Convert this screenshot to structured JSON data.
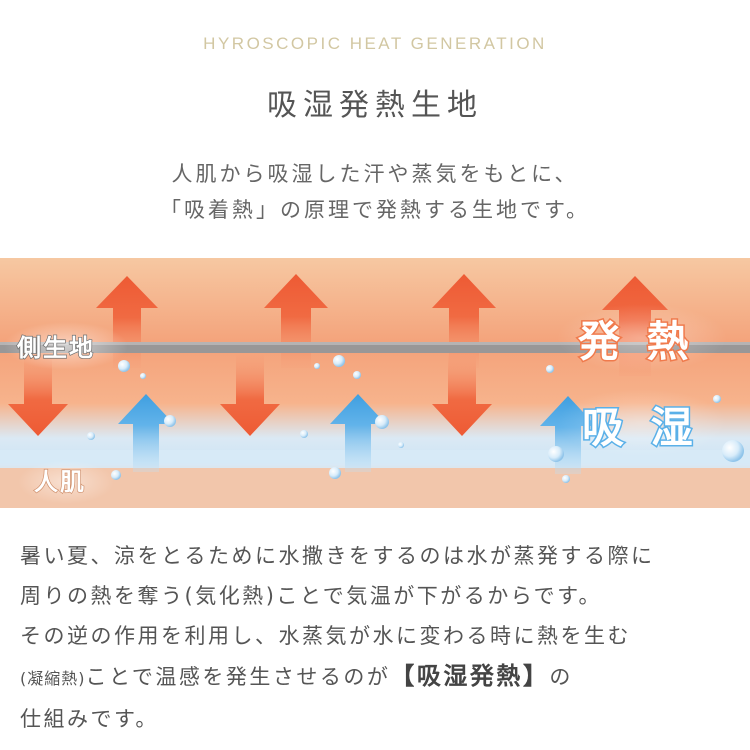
{
  "header": {
    "eyebrow": "HYROSCOPIC HEAT GENERATION",
    "title": "吸湿発熱生地"
  },
  "lead": {
    "line1": "人肌から吸湿した汗や蒸気をもとに、",
    "line2": "「吸着熱」の原理で発熱する生地です。"
  },
  "diagram": {
    "label_fabric": "側生地",
    "label_skin": "人肌",
    "label_heat": "発 熱",
    "label_absorb": "吸 湿",
    "colors": {
      "heat": "#f0603a",
      "moisture": "#4aa6e2",
      "fabric": "#9a9898",
      "skin": "#f3c9a8"
    }
  },
  "body": {
    "p1_line1": "暑い夏、涼をとるために水撒きをするのは水が蒸発する際に",
    "p1_line2": "周りの熱を奪う(気化熱)ことで気温が下がるからです。",
    "p2_line1": "その逆の作用を利用し、水蒸気が水に変わる時に熱を生む",
    "p2_line2_paren": "(凝縮熱)",
    "p2_line2_mid": "ことで温感を発生させるのが",
    "p2_line2_strong": "【吸湿発熱】",
    "p2_line2_end": "の",
    "p2_line3": "仕組みです。"
  }
}
